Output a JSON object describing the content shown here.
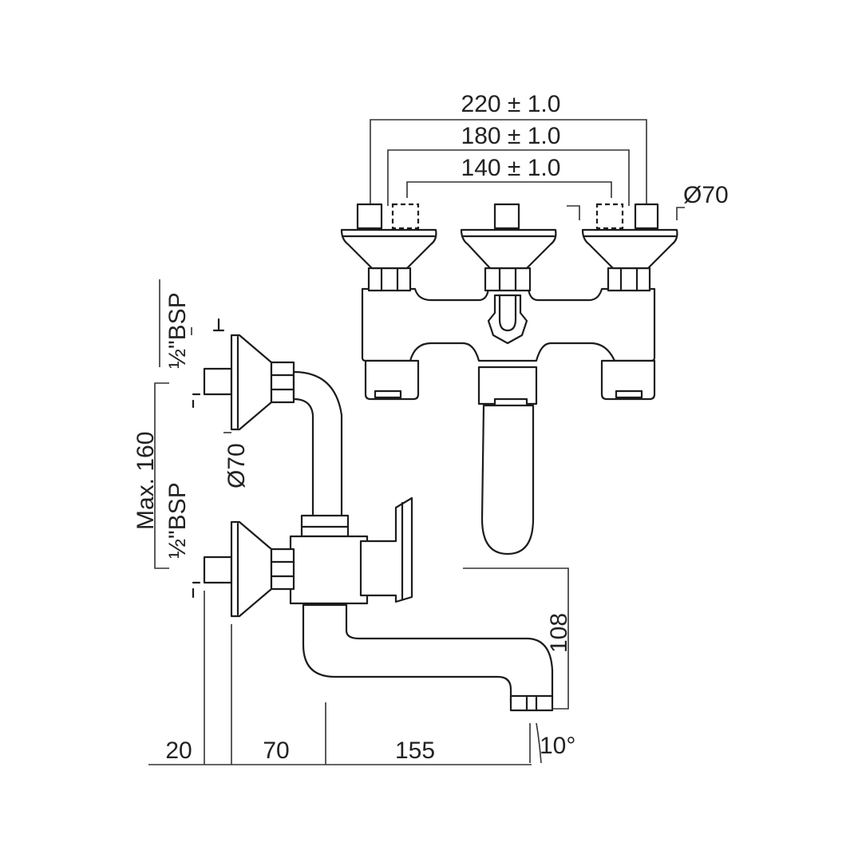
{
  "top_view": {
    "dim_outer": "220 ± 1.0",
    "dim_middle": "180 ± 1.0",
    "dim_inner": "140 ± 1.0",
    "flange_diameter": "Ø70"
  },
  "side_view": {
    "thread_upper": "½\"BSP",
    "thread_lower": "½\"BSP",
    "inlet_spacing": "Max. 160",
    "flange_diameter": "Ø70",
    "spout_height": "108",
    "spout_angle": "10°"
  },
  "bottom_dims": {
    "wall_offset": "20",
    "body_depth": "70",
    "spout_reach": "155"
  }
}
